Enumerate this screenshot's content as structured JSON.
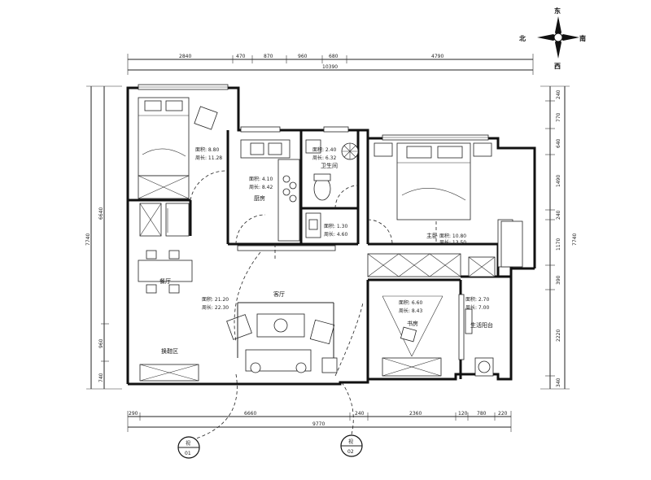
{
  "compass": {
    "north": "北",
    "east": "东",
    "south": "南",
    "west": "西"
  },
  "dims": {
    "top_segments": [
      "2840",
      "470",
      "870",
      "960",
      "680",
      "4790"
    ],
    "top_total": "10390",
    "bottom_segments": [
      "290",
      "6660",
      "240",
      "2360",
      "120",
      "780",
      "220"
    ],
    "bottom_total": "9770",
    "left_segments": [
      "6640",
      "960",
      "740"
    ],
    "left_total": "7740",
    "right_segments": [
      "240",
      "770",
      "640",
      "1490",
      "240",
      "1170",
      "390",
      "2220",
      "340"
    ],
    "right_total": "7740"
  },
  "rooms": {
    "bedroom_secondary": {
      "area": "面积: 8.80",
      "perimeter": "周长: 11.28"
    },
    "kitchen": {
      "name": "厨房",
      "area": "面积: 4.10",
      "perimeter": "周长: 8.42"
    },
    "bathroom": {
      "name": "卫生间",
      "area": "面积: 2.40",
      "perimeter": "周长: 6.32"
    },
    "closet": {
      "area": "面积: 1.30",
      "perimeter": "周长: 4.60"
    },
    "master": {
      "name": "主卧",
      "area": "面积: 10.80",
      "perimeter": "周长: 13.50"
    },
    "dining": {
      "name": "餐厅"
    },
    "living": {
      "name": "客厅",
      "area": "面积: 21.20",
      "perimeter": "周长: 22.30"
    },
    "entry": {
      "name": "换鞋区"
    },
    "study": {
      "name": "书房",
      "area": "面积: 6.60",
      "perimeter": "周长: 8.43"
    },
    "balcony": {
      "name": "生活阳台",
      "area": "面积: 2.70",
      "perimeter": "周长: 7.00"
    }
  },
  "views": [
    {
      "top": "视",
      "bottom": "01"
    },
    {
      "top": "视",
      "bottom": "02"
    }
  ]
}
